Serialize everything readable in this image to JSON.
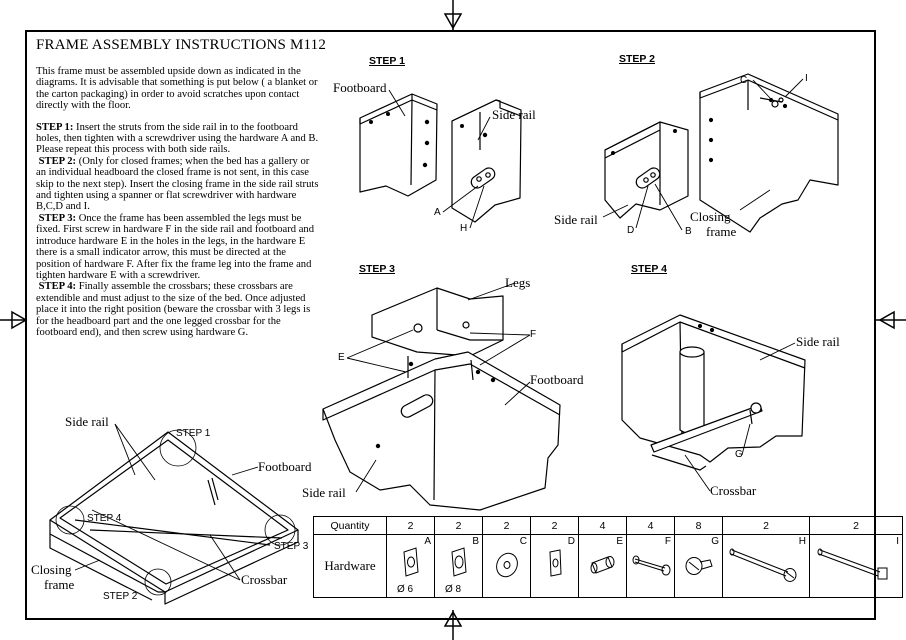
{
  "title": "FRAME ASSEMBLY INSTRUCTIONS M112",
  "intro": "This frame must be assembled upside down as indicated in the diagrams.  It is advisable that something is put below ( a blanket or the carton packaging) in order to avoid scratches upon contact directly with the floor.",
  "steps_text": [
    {
      "label": "STEP 1:",
      "text": " Insert the struts from the side rail in to the footboard holes, then tighten with a screwdriver using the hardware A and B.  Please repeat this process with both side rails."
    },
    {
      "label": "STEP 2:",
      "text": "  (Only for closed frames; when the bed has a gallery or an individual headboard the closed frame is not sent, in this case skip to the next step).  Insert the closing frame in the side rail struts and tighten using a spanner or flat screwdriver  with hardware B,C,D and I."
    },
    {
      "label": "STEP 3:",
      "text": " Once the frame has been assembled the legs must be fixed. First screw in hardware F in the side rail and footboard and introduce hardware E in the holes in the legs, in the hardware E there is a small indicator arrow, this must be directed at the position of hardware F.  After fix the frame leg into the frame and tighten hardware E with a screwdriver."
    },
    {
      "label": "STEP 4:",
      "text": " Finally assemble the crossbars; these crossbars are extendible and must adjust to the size of the bed.  Once adjusted place it into the right position (beware the crossbar with 3 legs is for the headboard part and the one legged crossbar for the footboard end), and then screw using hardware G."
    }
  ],
  "diagram_titles": {
    "step1": "STEP 1",
    "step2": "STEP 2",
    "step3": "STEP 3",
    "step4": "STEP 4"
  },
  "labels": {
    "footboard": "Footboard",
    "side_rail": "Side rail",
    "closing_frame_1": "Closing",
    "closing_frame_2": "frame",
    "legs": "Legs",
    "crossbar": "Crossbar",
    "a": "A",
    "b": "B",
    "c": "C",
    "d": "D",
    "e": "E",
    "f": "F",
    "g": "G",
    "h": "H",
    "i": "I"
  },
  "overview": {
    "side_rail": "Side rail",
    "footboard": "Footboard",
    "closing_1": "Closing",
    "closing_2": "frame",
    "crossbar": "Crossbar",
    "step1": "STEP 1",
    "step2": "STEP 2",
    "step3": "STEP 3",
    "step4": "STEP 4"
  },
  "hardware_table": {
    "quantity_label": "Quantity",
    "hardware_label": "Hardware",
    "items": [
      {
        "letter": "A",
        "qty": "2",
        "diameter": "Ø 6",
        "icon": "plate-nut-icon"
      },
      {
        "letter": "B",
        "qty": "2",
        "diameter": "Ø 8",
        "icon": "plate-nut-icon"
      },
      {
        "letter": "C",
        "qty": "2",
        "diameter": "",
        "icon": "washer-icon"
      },
      {
        "letter": "D",
        "qty": "2",
        "diameter": "",
        "icon": "square-nut-icon"
      },
      {
        "letter": "E",
        "qty": "4",
        "diameter": "",
        "icon": "cam-lock-icon"
      },
      {
        "letter": "F",
        "qty": "4",
        "diameter": "",
        "icon": "cam-bolt-icon"
      },
      {
        "letter": "G",
        "qty": "8",
        "diameter": "",
        "icon": "screw-icon"
      },
      {
        "letter": "H",
        "qty": "2",
        "diameter": "",
        "icon": "long-bolt-icon"
      },
      {
        "letter": "I",
        "qty": "2",
        "diameter": "",
        "icon": "long-square-bolt-icon"
      }
    ]
  }
}
